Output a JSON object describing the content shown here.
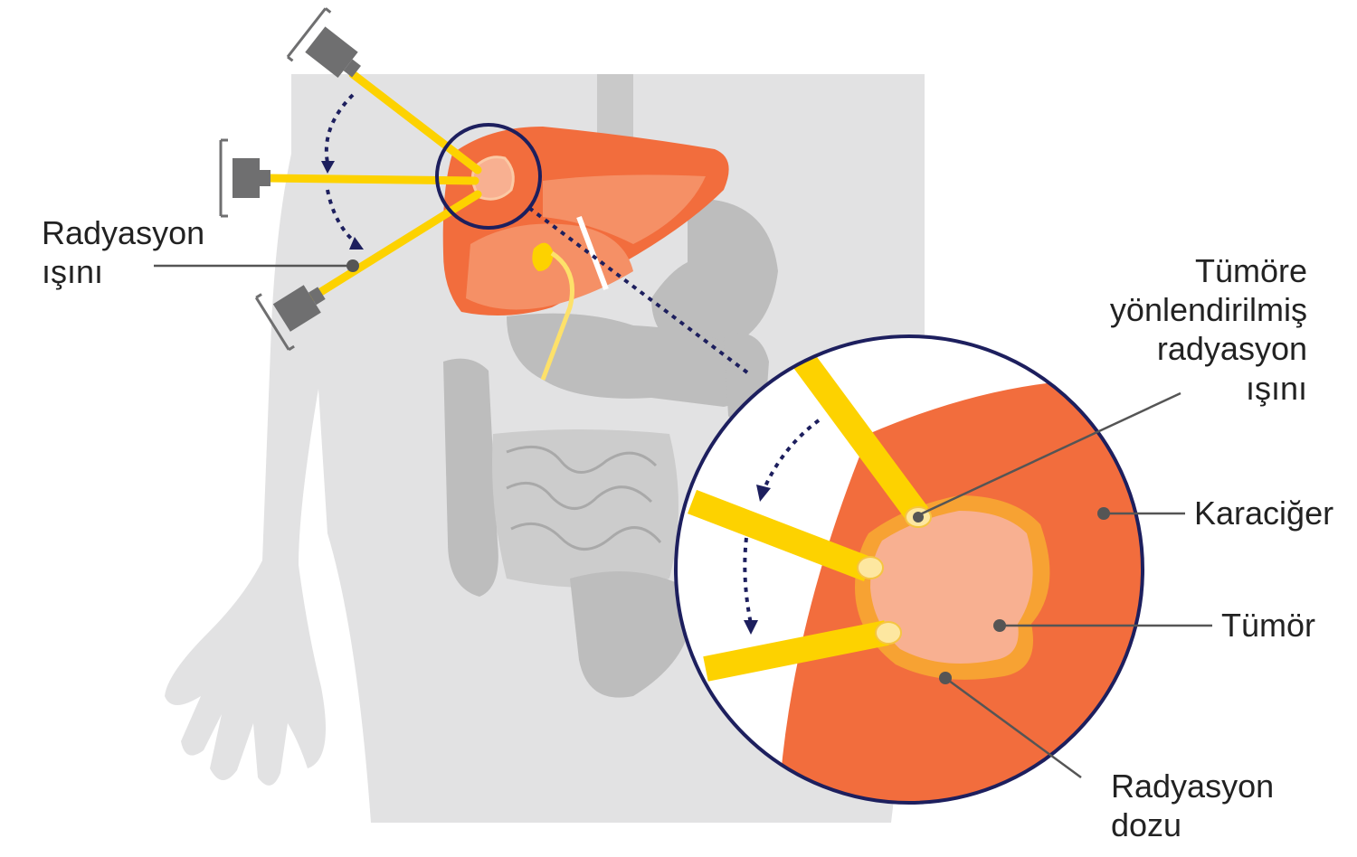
{
  "labels": {
    "beam_left": {
      "line1": "Radyasyon",
      "line2": "ışını"
    },
    "targeted_beam": {
      "line1": "Tümöre",
      "line2": "yönlendirilmiş",
      "line3": "radyasyon",
      "line4": "ışını"
    },
    "liver": "Karaciğer",
    "tumor": "Tümör",
    "dose": {
      "line1": "Radyasyon",
      "line2": "dozu"
    }
  },
  "icons": [
    "radiation-source-icon",
    "arc-arrow-icon"
  ],
  "colors": {
    "body": "#e2e2e3",
    "organs": "#bdbdbd",
    "liver": "#f26d3d",
    "liver_light": "#f59066",
    "tumor": "#f8b091",
    "dose_ring": "#f7a233",
    "beam": "#fdd200",
    "outline": "#1d1f5e",
    "device": "#6f6f70"
  }
}
